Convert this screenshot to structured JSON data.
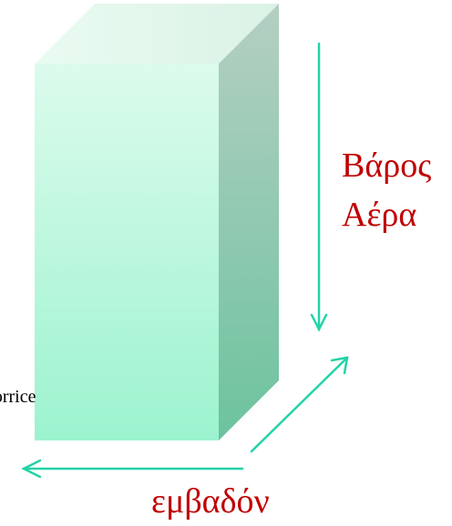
{
  "labels": {
    "weight_line1": "Βάρος",
    "weight_line2": "Αέρα",
    "area": "εμβαδόν",
    "cropped_text": "Torriceli"
  },
  "colors": {
    "label": "#c00000",
    "arrow": "#22d3a8",
    "box_front_top": "#dcfbec",
    "box_front_bottom": "#9cf3cf",
    "box_side_top": "#b5cfc3",
    "box_side_bottom": "#6cc39e",
    "box_top": "#e2f6ec"
  }
}
